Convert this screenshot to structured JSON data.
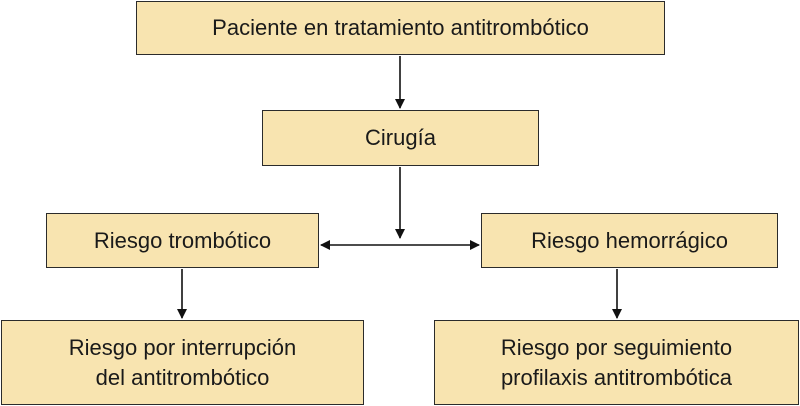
{
  "diagram": {
    "nodes": {
      "patient": "Paciente en tratamiento antitrombótico",
      "surgery": "Cirugía",
      "thrombotic_risk": "Riesgo trombótico",
      "hemorrhagic_risk": "Riesgo hemorrágico",
      "interruption_risk": "Riesgo por interrupción\ndel antitrombótico",
      "prophylaxis_risk": "Riesgo por seguimiento\nprofilaxis antitrombótica"
    },
    "edges": [
      {
        "from": "patient",
        "to": "surgery"
      },
      {
        "from": "surgery",
        "to": "thrombotic_risk"
      },
      {
        "from": "surgery",
        "to": "hemorrhagic_risk"
      },
      {
        "from": "thrombotic_risk",
        "to": "interruption_risk"
      },
      {
        "from": "hemorrhagic_risk",
        "to": "prophylaxis_risk"
      }
    ],
    "colors": {
      "box_fill": "#f8e4b0",
      "box_border": "#2b2b2b",
      "line": "#111111",
      "text": "#1a1a1a"
    }
  }
}
